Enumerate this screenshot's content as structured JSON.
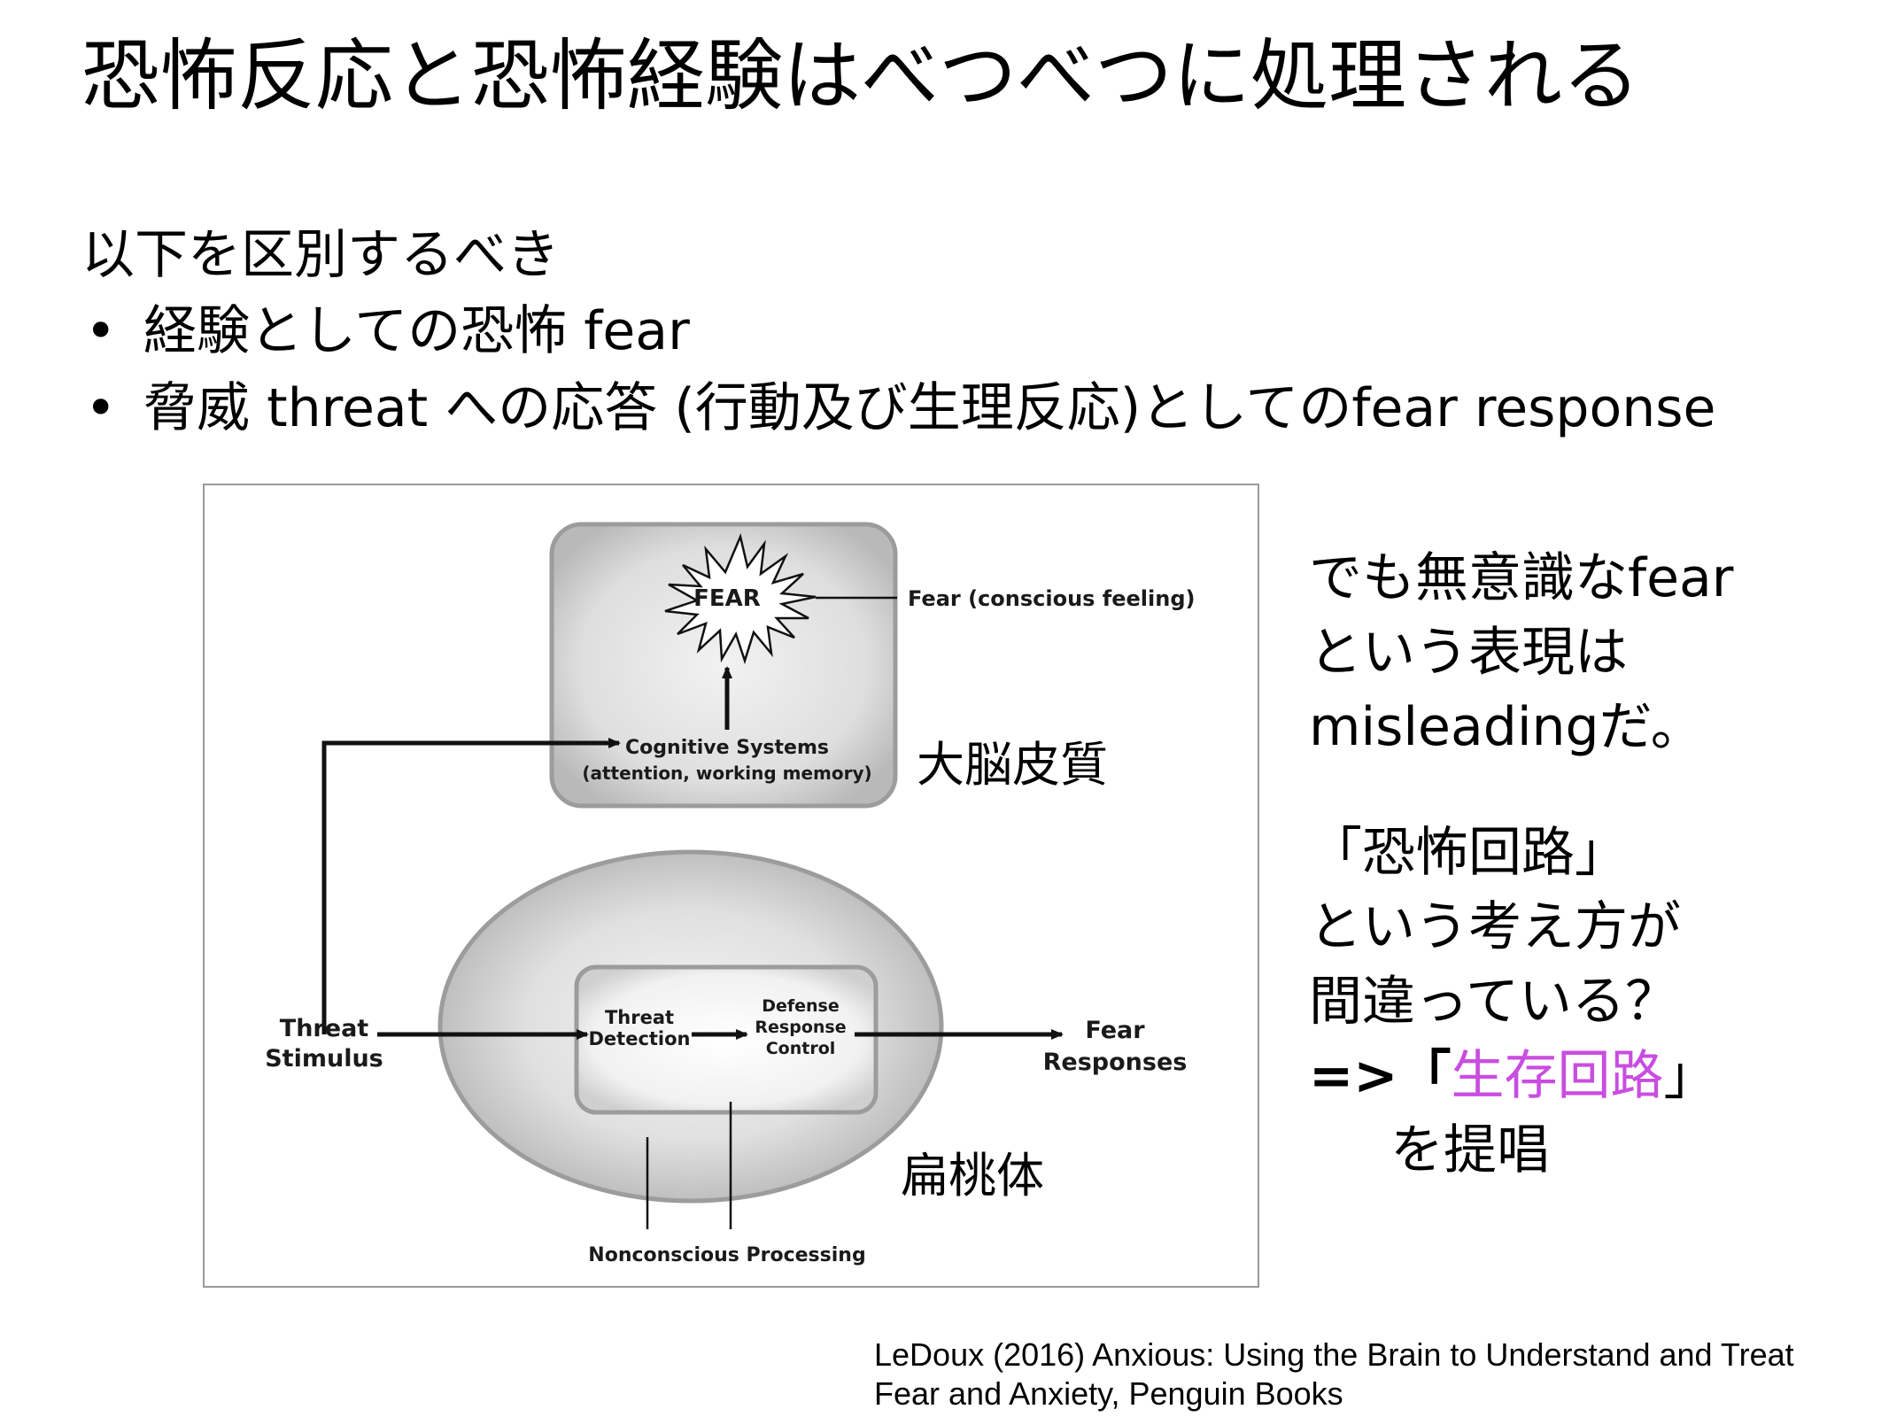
{
  "slide": {
    "title": "恐怖反応と恐怖経験はべつべつに処理される",
    "intro": "以下を区別するべき",
    "bullets": [
      {
        "marker": "•",
        "text": "経験としての恐怖 fear"
      },
      {
        "marker": "•",
        "text": "脅威 threat への応答 (行動及び生理反応)としてのfear response"
      }
    ]
  },
  "diagram": {
    "fear_burst": "FEAR",
    "fear_conscious": "Fear (conscious feeling)",
    "cognitive_line1": "Cognitive Systems",
    "cognitive_line2": "(attention, working memory)",
    "cortex_label": "大脳皮質",
    "threat_stimulus_line1": "Threat",
    "threat_stimulus_line2": "Stimulus",
    "threat_detection_line1": "Threat",
    "threat_detection_line2": "Detection",
    "defense_line1": "Defense",
    "defense_line2": "Response",
    "defense_line3": "Control",
    "fear_responses_line1": "Fear",
    "fear_responses_line2": "Responses",
    "amygdala_label": "扁桃体",
    "nonconscious": "Nonconscious Processing"
  },
  "side_note": {
    "a_line1": "でも無意識なfear",
    "a_line2": "という表現は",
    "a_line3": "misleadingだ。",
    "b_line1": "「恐怖回路」",
    "b_line2": "という考え方が",
    "b_line3": "間違っている？",
    "b_line4_prefix": "=>「",
    "b_line4_accent": "生存回路",
    "b_line4_suffix": "」",
    "b_line5": "を提唱"
  },
  "citation": {
    "line1": "LeDoux (2016) Anxious: Using the Brain to Understand and Treat",
    "line2": "Fear and Anxiety, Penguin Books"
  },
  "colors": {
    "accent": "#c94de0",
    "region_fill": "#d6d6d6",
    "region_stroke": "#9c9c9c"
  }
}
